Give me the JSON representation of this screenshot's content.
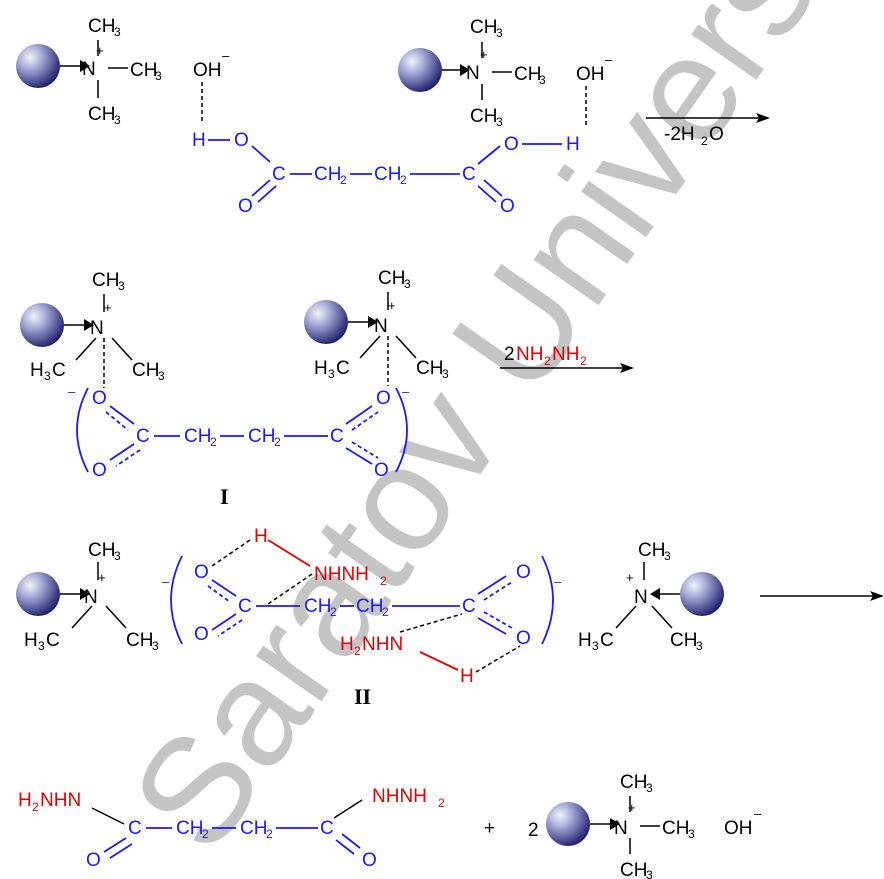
{
  "watermark": "Saratov University",
  "labels": {
    "ch3": "CH",
    "h3c": "H",
    "sub3": "3",
    "sub2": "2",
    "n": "N",
    "plus": "+",
    "minus": "–",
    "oh": "OH",
    "o": "O",
    "h": "H",
    "c": "C",
    "ch2": "CH",
    "nhnh2": "NHNH",
    "h2nhn_h": "H",
    "h2nhn_nhn": "NHN",
    "plus_sign": "+",
    "coef_two": "2"
  },
  "arrows": {
    "arrow1_label_pre": "-2H",
    "arrow1_label_post": "O",
    "arrow2_coef": "2",
    "arrow2_reagent": "NH",
    "arrow2_reagent_mid": "NH"
  },
  "compounds": {
    "roman_one": "I",
    "roman_two": "II"
  },
  "colors": {
    "black": "#000000",
    "blue": "#1a1aff",
    "red": "#e60000",
    "sphere_dark": "#1c1f6b",
    "sphere_light": "#e8eaf8"
  },
  "icons": [
    "polymer-bead-icon"
  ]
}
